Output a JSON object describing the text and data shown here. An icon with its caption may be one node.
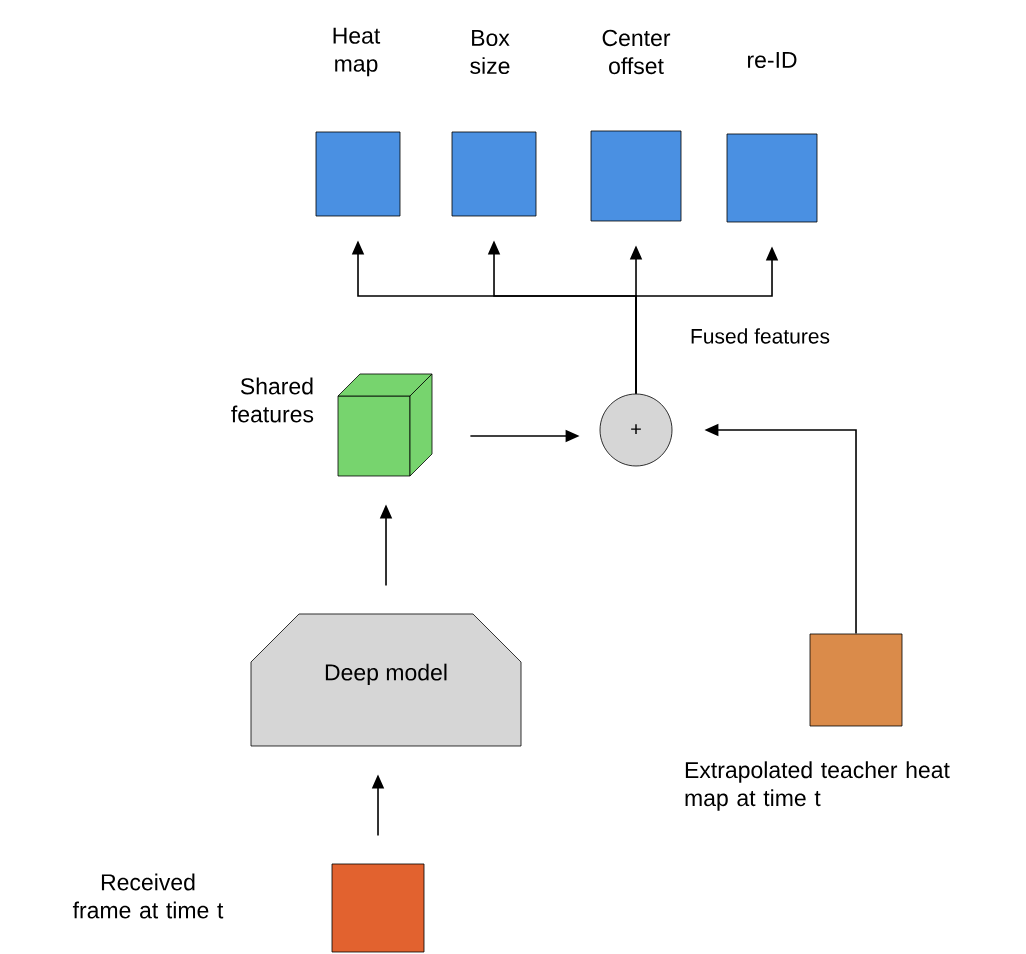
{
  "diagram": {
    "nodes": [
      {
        "text": [
          "Heat map"
        ]
      },
      {
        "text": [
          "Box size"
        ]
      },
      {
        "text": [
          "Center offset"
        ]
      },
      {
        "text": [
          "re-ID"
        ]
      },
      {
        "text": [
          "Shared features"
        ]
      },
      {
        "text": [
          "+"
        ]
      },
      {
        "text": [
          "Deep model"
        ]
      },
      {
        "text": [
          "Received frame at time t"
        ]
      },
      {
        "text": [
          "Extrapolated teacher heat map at time t"
        ]
      }
    ],
    "edges": [
      {
        "from": 5,
        "to": 0,
        "arrow": "to"
      },
      {
        "from": 5,
        "to": 1,
        "arrow": "to"
      },
      {
        "from": 5,
        "to": 2,
        "arrow": "to",
        "label": "Fused features"
      },
      {
        "from": 5,
        "to": 3,
        "arrow": "to"
      },
      {
        "from": 4,
        "to": 5,
        "arrow": "to"
      },
      {
        "from": 8,
        "to": 5,
        "arrow": "to"
      },
      {
        "from": 6,
        "to": 4,
        "arrow": "to"
      },
      {
        "from": 7,
        "to": 6,
        "arrow": "to"
      }
    ]
  }
}
